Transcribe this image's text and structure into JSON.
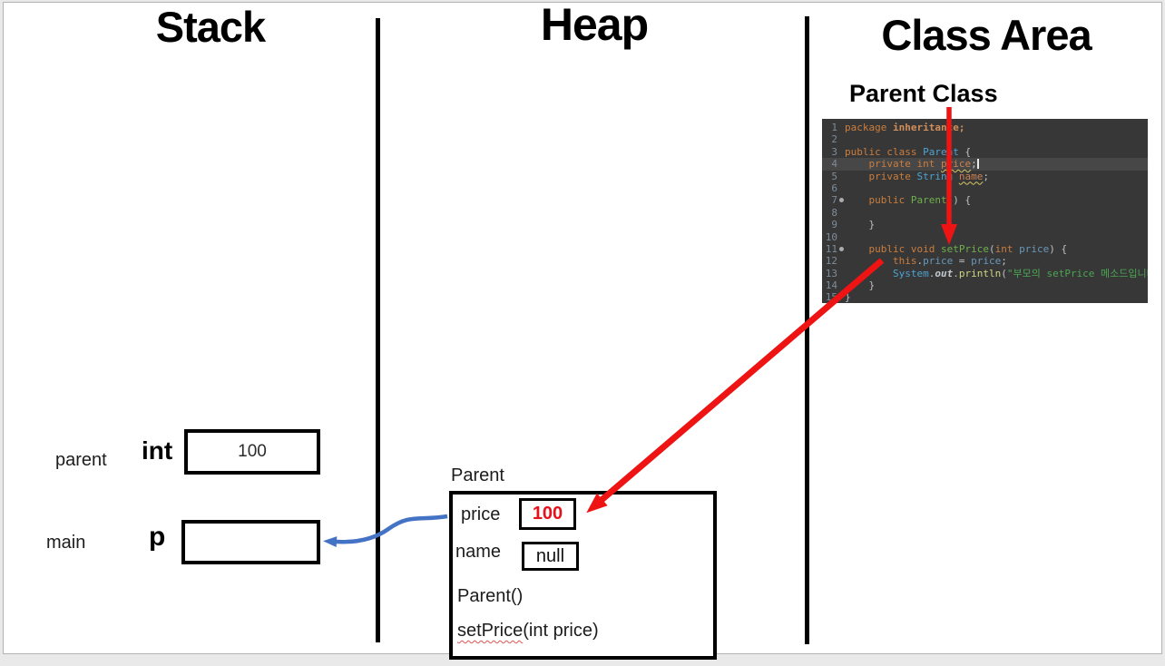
{
  "columns": {
    "stack_title": "Stack",
    "heap_title": "Heap",
    "class_area_title": "Class Area"
  },
  "class_area": {
    "label": "Parent Class",
    "code": {
      "lines": [
        {
          "n": "1",
          "tokens": [
            [
              "package ",
              "kw"
            ],
            [
              "inheritance;",
              "pkg"
            ]
          ]
        },
        {
          "n": "2",
          "tokens": []
        },
        {
          "n": "3",
          "tokens": [
            [
              "public class ",
              "kw"
            ],
            [
              "Parent",
              "cls"
            ],
            [
              " {",
              "pln"
            ]
          ]
        },
        {
          "n": "4",
          "current": true,
          "tokens": [
            [
              "    ",
              "pln"
            ],
            [
              "private int ",
              "kw"
            ],
            [
              "price",
              "fldwarn"
            ],
            [
              ";",
              "pln"
            ],
            [
              "",
              "cursor"
            ]
          ]
        },
        {
          "n": "5",
          "tokens": [
            [
              "    ",
              "pln"
            ],
            [
              "private ",
              "kw"
            ],
            [
              "String",
              "cls"
            ],
            [
              " ",
              "pln"
            ],
            [
              "name",
              "fldwarn"
            ],
            [
              ";",
              "pln"
            ]
          ]
        },
        {
          "n": "6",
          "tokens": []
        },
        {
          "n": "7",
          "marker": true,
          "tokens": [
            [
              "    ",
              "pln"
            ],
            [
              "public ",
              "kw"
            ],
            [
              "Parent",
              "meth"
            ],
            [
              "() {",
              "pln"
            ]
          ]
        },
        {
          "n": "8",
          "tokens": []
        },
        {
          "n": "9",
          "tokens": [
            [
              "    }",
              "pln"
            ]
          ]
        },
        {
          "n": "10",
          "tokens": []
        },
        {
          "n": "11",
          "marker": true,
          "tokens": [
            [
              "    ",
              "pln"
            ],
            [
              "public void ",
              "kw"
            ],
            [
              "setPrice",
              "meth"
            ],
            [
              "(",
              "pln"
            ],
            [
              "int",
              "kw"
            ],
            [
              " ",
              "pln"
            ],
            [
              "price",
              "fld"
            ],
            [
              ") {",
              "pln"
            ]
          ]
        },
        {
          "n": "12",
          "tokens": [
            [
              "        ",
              "pln"
            ],
            [
              "this",
              "kw"
            ],
            [
              ".",
              "pln"
            ],
            [
              "price",
              "fld"
            ],
            [
              " = ",
              "pln"
            ],
            [
              "price",
              "fld"
            ],
            [
              ";",
              "pln"
            ]
          ]
        },
        {
          "n": "13",
          "tokens": [
            [
              "        ",
              "pln"
            ],
            [
              "System",
              "cls"
            ],
            [
              ".",
              "pln"
            ],
            [
              "out",
              "stat"
            ],
            [
              ".",
              "pln"
            ],
            [
              "println",
              "call"
            ],
            [
              "(",
              "pln"
            ],
            [
              "\"부모의 setPrice 메소드입니다.\"",
              "str"
            ],
            [
              ");",
              "pln"
            ]
          ]
        },
        {
          "n": "14",
          "tokens": [
            [
              "    }",
              "pln"
            ]
          ]
        },
        {
          "n": "15",
          "tokens": [
            [
              "}",
              "pln"
            ]
          ]
        }
      ]
    }
  },
  "stack": {
    "frames": [
      {
        "frame": "parent",
        "var": "int",
        "value": "100"
      },
      {
        "frame": "main",
        "var": "p",
        "value": ""
      }
    ]
  },
  "heap": {
    "class_name": "Parent",
    "fields": [
      {
        "name": "price",
        "value": "100"
      },
      {
        "name": "name",
        "value": "null"
      }
    ],
    "constructor_label": "Parent()",
    "method_name": "setPrice",
    "method_args": "(int price)"
  },
  "colors": {
    "arrow_red": "#ee1414",
    "arrow_blue": "#4472c4",
    "highlight_red": "#e8101a",
    "squiggle_red": "#e05252",
    "code_bg": "#373737",
    "code_current_line": "#474747",
    "ln": "#7e8c9a",
    "kw": "#cb7d3e",
    "pkg": "#d08e5a",
    "cls": "#4fa3d1",
    "meth": "#6eaf4e",
    "fld": "#6897bb",
    "fldwarn": "#c98253",
    "str": "#4ca553",
    "pln": "#bcc1c7",
    "stat": "#c3cad2",
    "call": "#cfd780",
    "warn": "#d8c763"
  }
}
